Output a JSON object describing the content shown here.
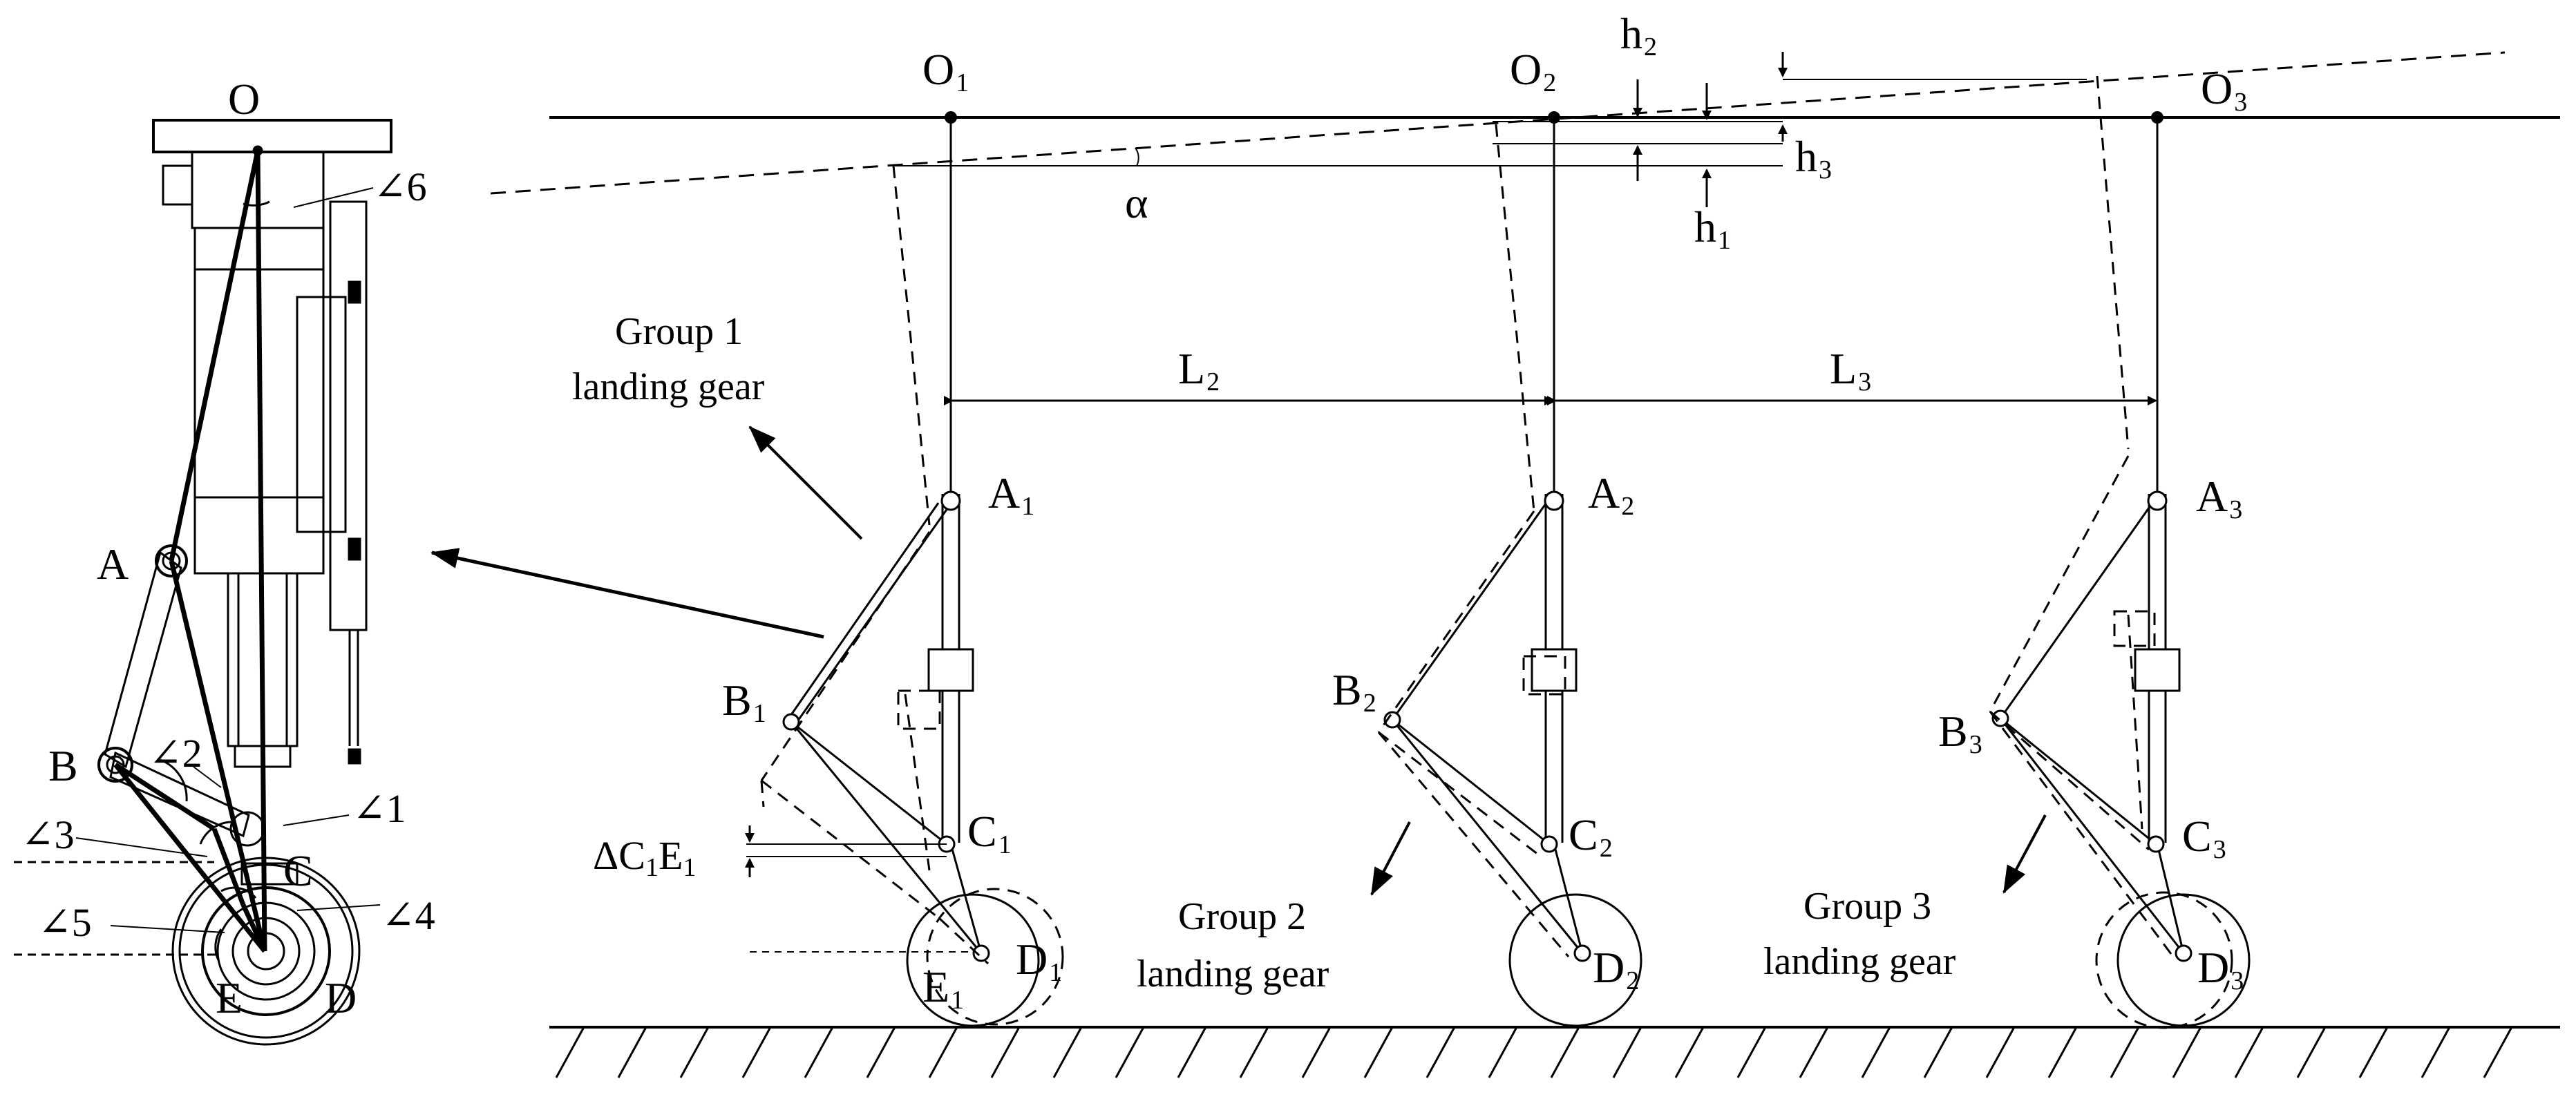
{
  "labels": {
    "o1": "O",
    "o1_sub": "1",
    "o2": "O",
    "o2_sub": "2",
    "o3": "O",
    "o3_sub": "3",
    "a1": "A",
    "a1_sub": "1",
    "a2": "A",
    "a2_sub": "2",
    "a3": "A",
    "a3_sub": "3",
    "b1": "B",
    "b1_sub": "1",
    "b2": "B",
    "b2_sub": "2",
    "b3": "B",
    "b3_sub": "3",
    "c1": "C",
    "c1_sub": "1",
    "c2": "C",
    "c2_sub": "2",
    "c3": "C",
    "c3_sub": "3",
    "d1": "D",
    "d1_sub": "1",
    "d2": "D",
    "d2_sub": "2",
    "d3": "D",
    "d3_sub": "3",
    "e1": "E",
    "e1_sub": "1",
    "l2": "L",
    "l2_sub": "2",
    "l3": "L",
    "l3_sub": "3",
    "h1": "h",
    "h1_sub": "1",
    "h2": "h",
    "h2_sub": "2",
    "h3": "h",
    "h3_sub": "3",
    "alpha": "α",
    "delta_ce": "ΔC",
    "delta_ce_sub1": "1",
    "delta_ce_mid": "E",
    "delta_ce_sub2": "1"
  },
  "detail": {
    "o": "O",
    "a": "A",
    "b": "B",
    "c": "C",
    "d": "D",
    "e": "E",
    "angle1": "∠1",
    "angle2": "∠2",
    "angle3": "∠3",
    "angle4": "∠4",
    "angle5": "∠5",
    "angle6": "∠6"
  },
  "captions": {
    "group1_line1": "Group 1",
    "group1_line2": "landing gear",
    "group2_line1": "Group 2",
    "group2_line2": "landing gear",
    "group3_line1": "Group 3",
    "group3_line2": "landing gear"
  }
}
